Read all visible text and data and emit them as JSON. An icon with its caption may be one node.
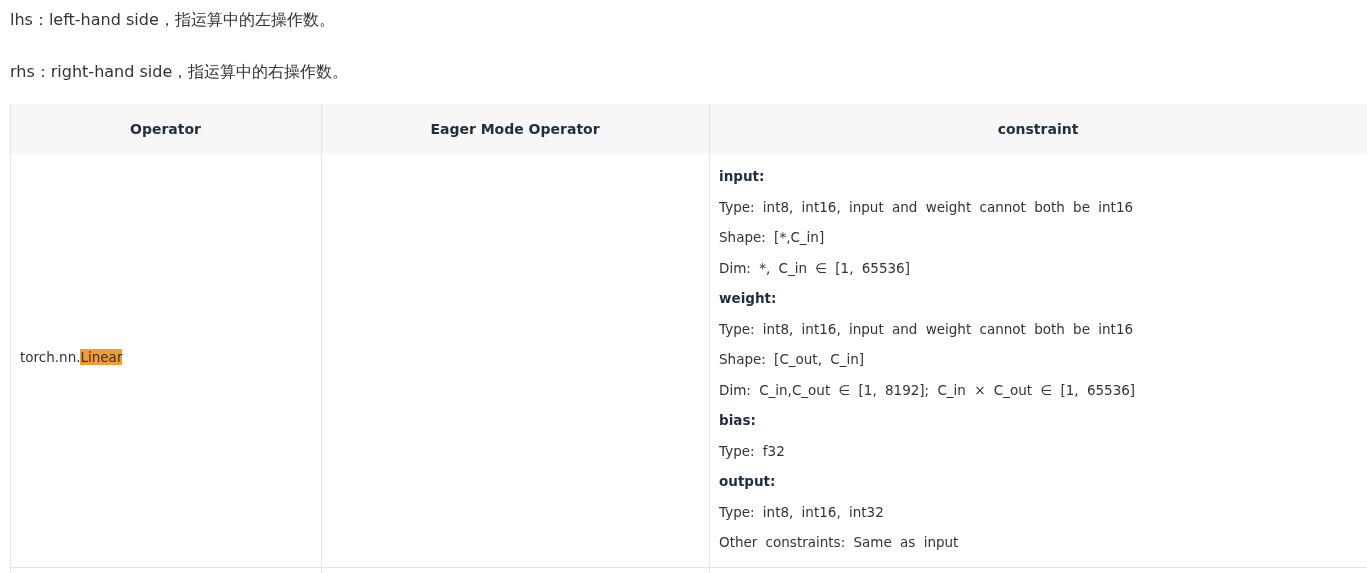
{
  "diagram": {
    "labels": [
      "lhs：left-hand side，指运算中的左操作数。",
      "rhs：right-hand side，指运算中的右操作数。",
      "Operator",
      "Eager Mode Operator",
      "constraint",
      "torch.nn.Linear",
      "input:",
      "Type: int8, int16, input and weight cannot both be int16",
      "Shape: [*,C_in]",
      "Dim: *, C_in ∈ [1, 65536]",
      "weight:",
      "Type: int8, int16, input and weight cannot both be int16",
      "Shape: [C_out, C_in]",
      "Dim: C_in,C_out ∈ [1, 8192]; C_in × C_out ∈ [1, 65536]",
      "bias:",
      "Type: f32",
      "output:",
      "Type: int8, int16, int32",
      "Other constraints: Same as input"
    ]
  }
}
